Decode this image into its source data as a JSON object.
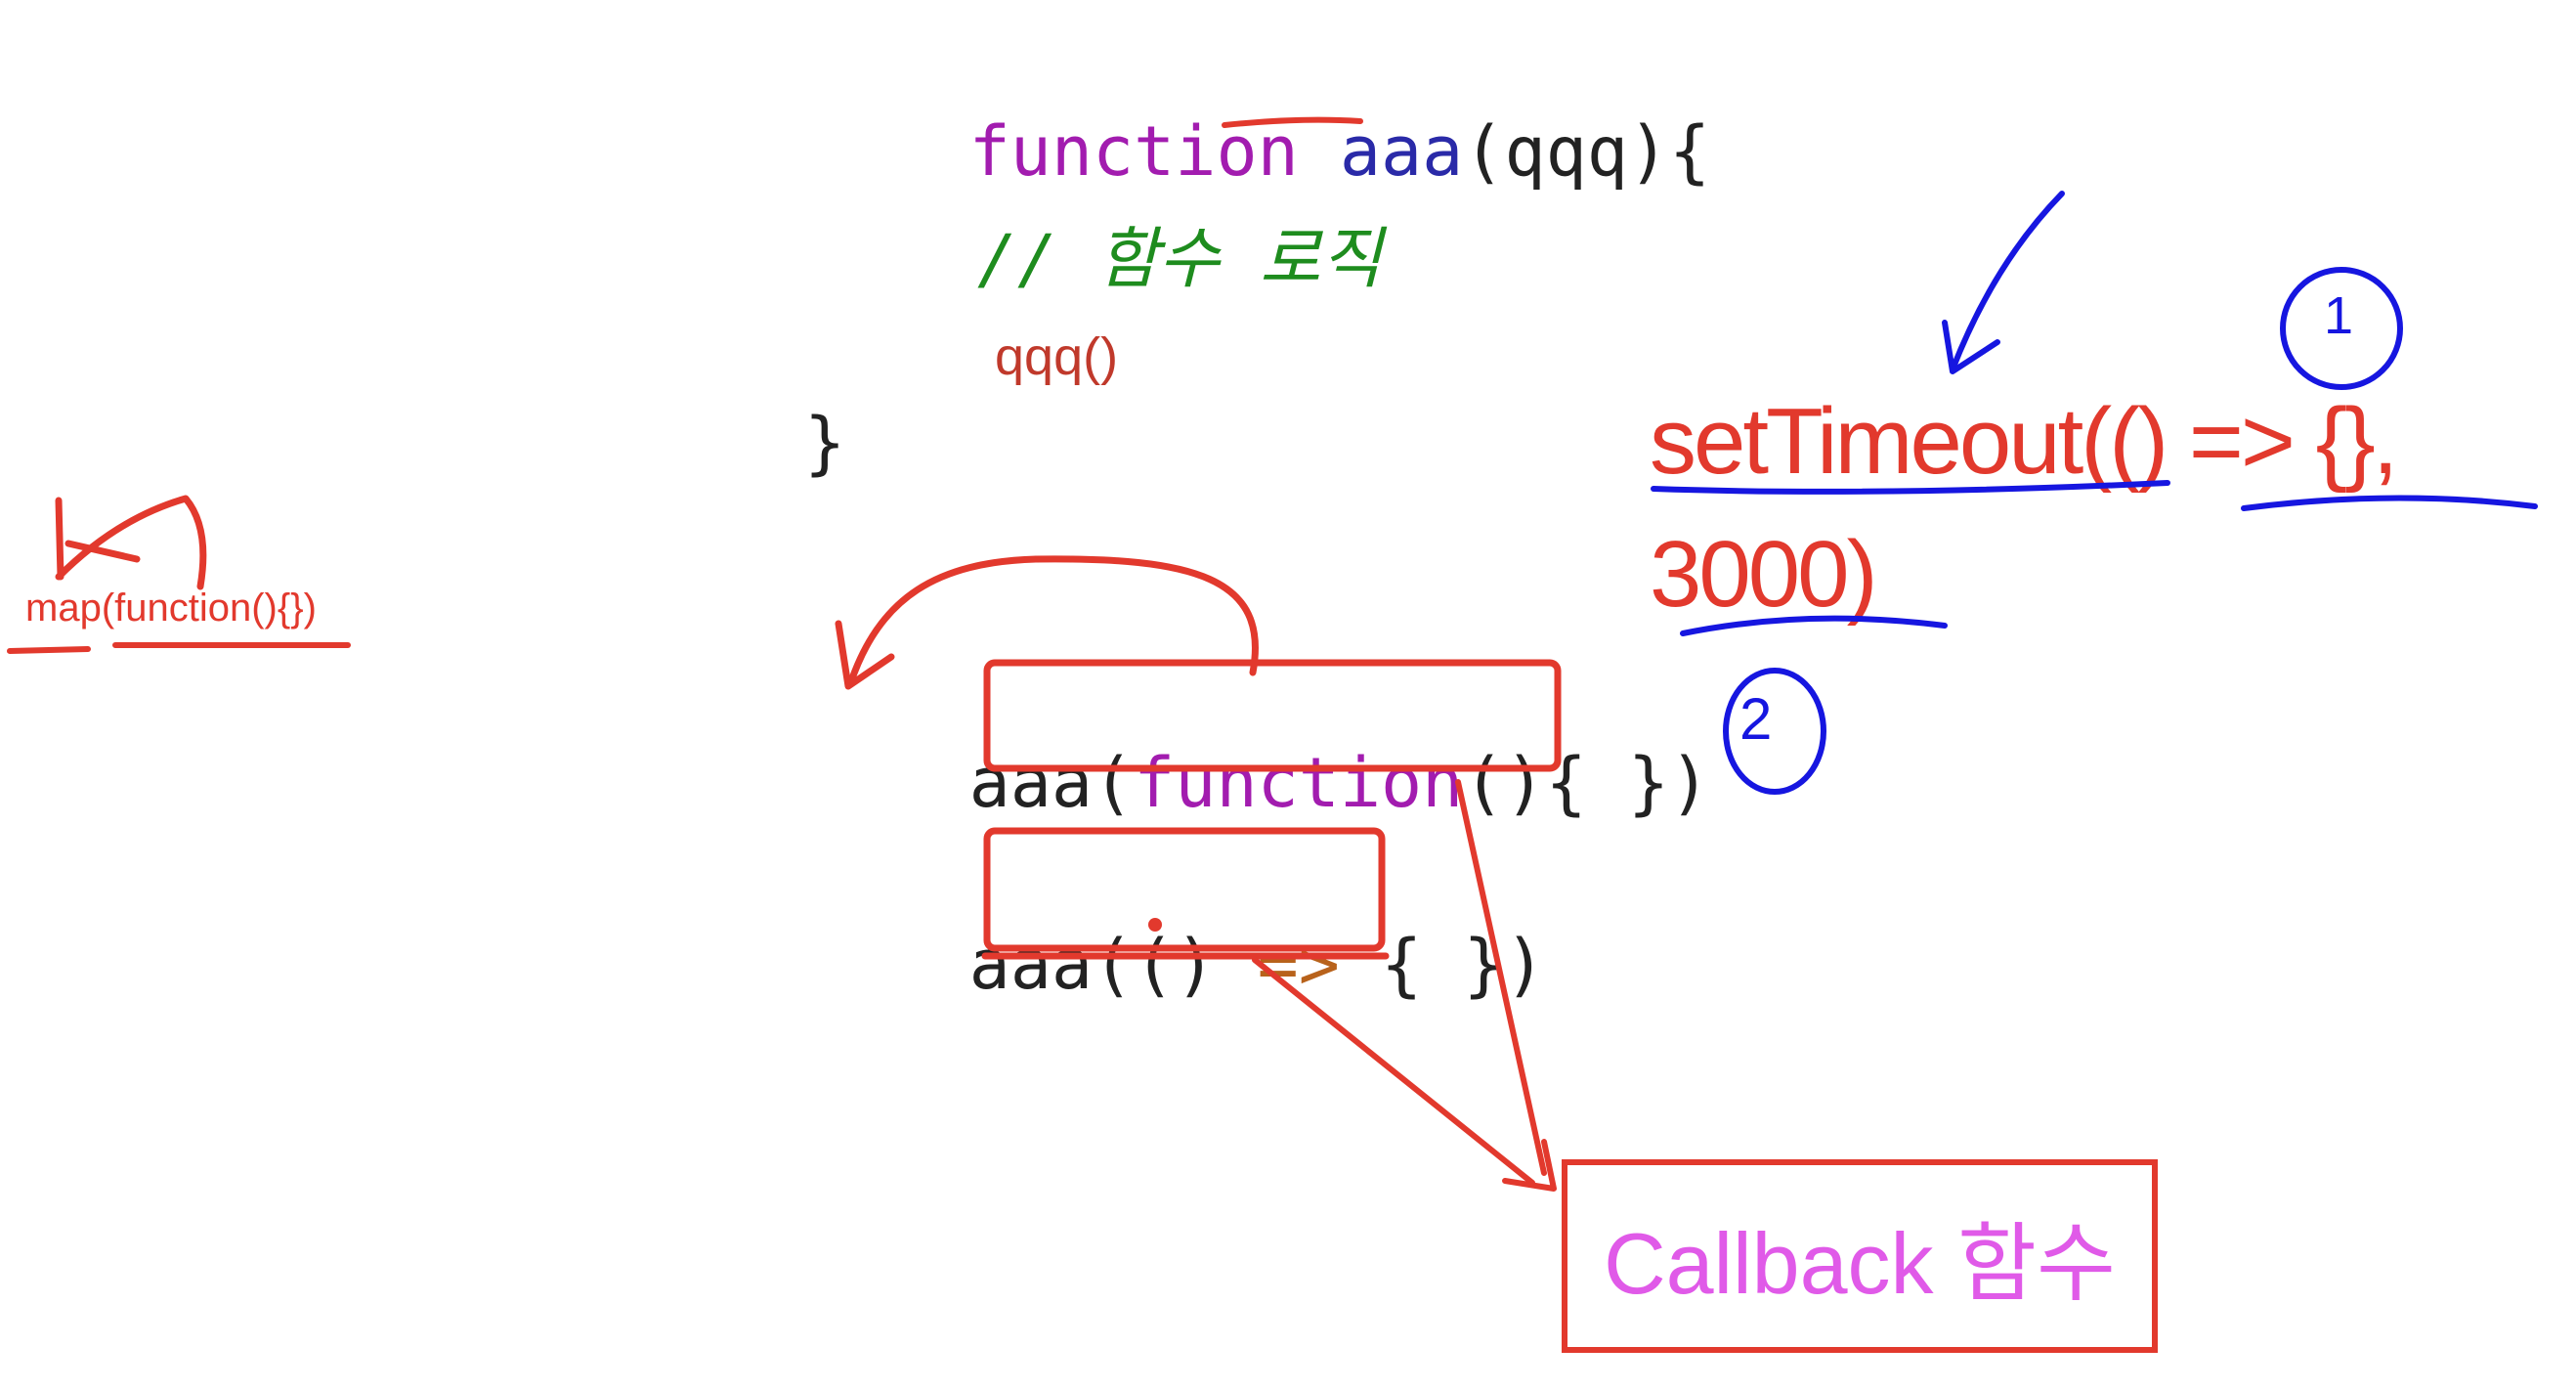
{
  "code": {
    "fn_keyword": "function",
    "fn_name": "aaa",
    "fn_params": "(qqq){",
    "comment": "// 함수 로직",
    "call_note": "qqq()",
    "close_brace": "}",
    "call1_prefix": "aaa(",
    "call1_keyword": "function",
    "call1_rest": "(){ }",
    "call1_end": ")",
    "call2_prefix": "aaa(",
    "call2_open": "()",
    "call2_arrow": "=>",
    "call2_rest": "{ }",
    "call2_end": ")"
  },
  "notes": {
    "map_note": "map(function(){})",
    "settimeout_line1": "setTimeout(() => {},",
    "settimeout_line2": "3000)",
    "marker_1": "1",
    "marker_2": "2",
    "callback_label": "Callback 함수"
  },
  "colors": {
    "keyword": "#a21caf",
    "fn_name": "#2a2aa8",
    "comment": "#1e8c1e",
    "arrow_op": "#b8621b",
    "red_ink": "#e2392d",
    "blue_ink": "#1616e0",
    "callback_text": "#e05ae8"
  }
}
